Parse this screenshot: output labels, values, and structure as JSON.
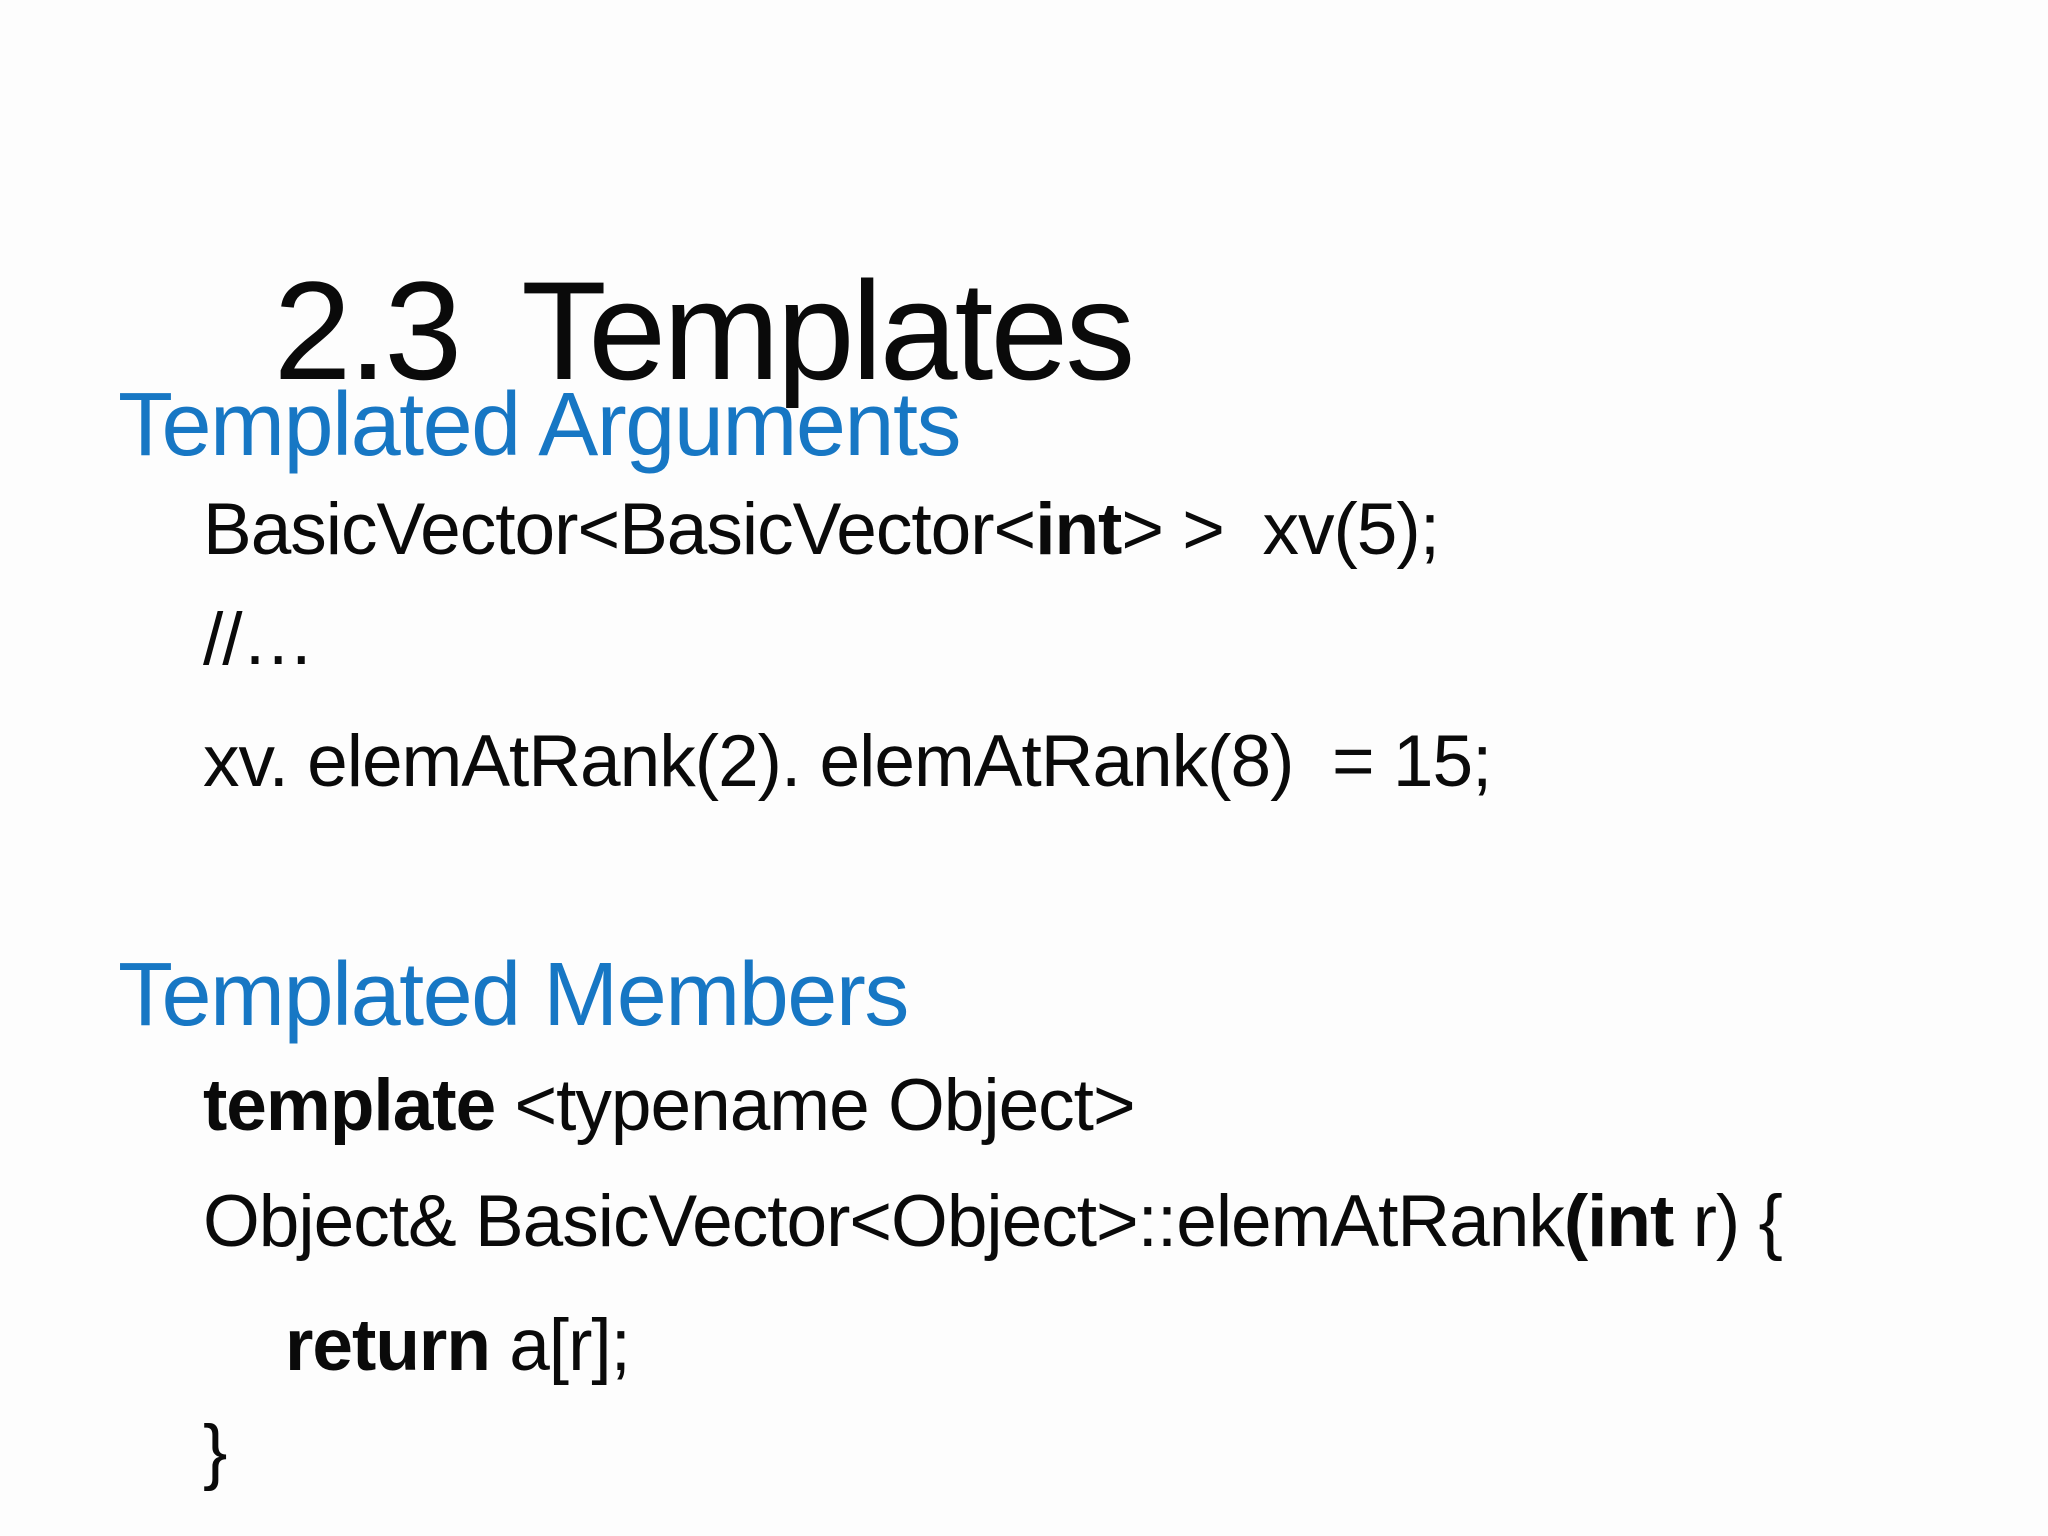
{
  "title": {
    "number": "2.3",
    "text": "Templates"
  },
  "colors": {
    "heading_blue": "#1777c4",
    "body_text": "#0a0a0a",
    "background": "#fdfdfd"
  },
  "sections": {
    "arguments": {
      "heading": "Templated Arguments",
      "line1": {
        "pre": "BasicVector<BasicVector<",
        "bold": "int",
        "post": "> >  xv(5);"
      },
      "line2": "//…",
      "line3": "xv. elemAtRank(2). elemAtRank(8)  = 15;"
    },
    "members": {
      "heading": "Templated Members",
      "line1": {
        "bold": "template",
        "post": " <typename Object>"
      },
      "line2": {
        "pre": "Object& BasicVector<Object>::elemAtRank",
        "bold": "(int",
        "post": " r) {"
      },
      "line3": {
        "bold": "return",
        "post": " a[r];"
      },
      "line4": "}"
    }
  }
}
